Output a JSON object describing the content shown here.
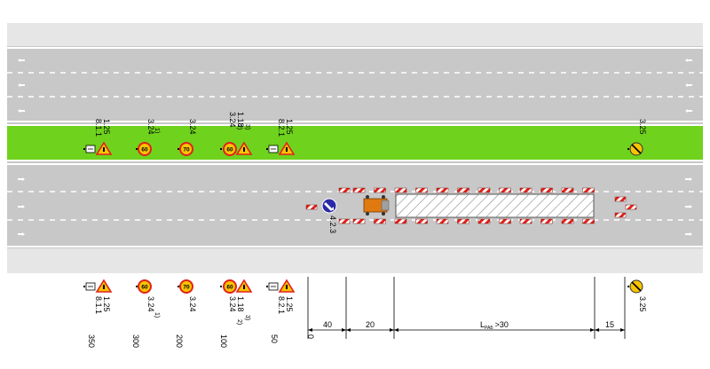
{
  "colors": {
    "road": "#c8c8c8",
    "shoulder": "#e6e6e6",
    "median": "#6fd21c",
    "marking": "#ffffff",
    "barrier_red": "#e0221a",
    "sign_yellow": "#f7c400",
    "work_zone_hatch": "#888888",
    "arrow_board": "#2a2aa8",
    "vehicle": "#e07a10"
  },
  "top_signs": [
    {
      "code": "1.25",
      "sub": "8.1.1",
      "icon": "warning-triangle-with-plate-icon"
    },
    {
      "code": "3.24",
      "sup": "1)",
      "icon": "speed-limit-60-icon",
      "value": "60"
    },
    {
      "code": "3.24",
      "icon": "speed-limit-70-icon",
      "value": "70"
    },
    {
      "code": "1.18",
      "sup": "3)",
      "code2": "3.24",
      "sup2": "2)",
      "icon": "speed-limit-60-and-warning-icon",
      "value": "60"
    },
    {
      "code": "1.25",
      "sub": "8.2.1",
      "icon": "warning-triangle-with-plate-icon"
    },
    {
      "code": "3.25",
      "icon": "end-speed-limit-icon"
    }
  ],
  "arrow_board_label": "4.2.3",
  "bottom_signs": [
    {
      "code": "1.25",
      "sub": "8.1.1",
      "icon": "warning-triangle-with-plate-icon"
    },
    {
      "code": "3.24",
      "sup": "1)",
      "icon": "speed-limit-60-icon",
      "value": "60"
    },
    {
      "code": "3.24",
      "icon": "speed-limit-70-icon",
      "value": "70"
    },
    {
      "code": "1.18",
      "sup": "3)",
      "code2": "3.24",
      "sup2": "2)",
      "icon": "speed-limit-60-and-warning-icon",
      "value": "60"
    },
    {
      "code": "1.25",
      "sub": "8.2.1",
      "icon": "warning-triangle-with-plate-icon"
    },
    {
      "code": "3.25",
      "icon": "end-speed-limit-icon"
    }
  ],
  "distance_marks": [
    "350",
    "300",
    "200",
    "100",
    "50",
    "0"
  ],
  "dimensions": [
    {
      "label": "40"
    },
    {
      "label": "20"
    },
    {
      "label": "L",
      "sub": "РАБ",
      "suffix": ">30"
    },
    {
      "label": "15"
    }
  ]
}
